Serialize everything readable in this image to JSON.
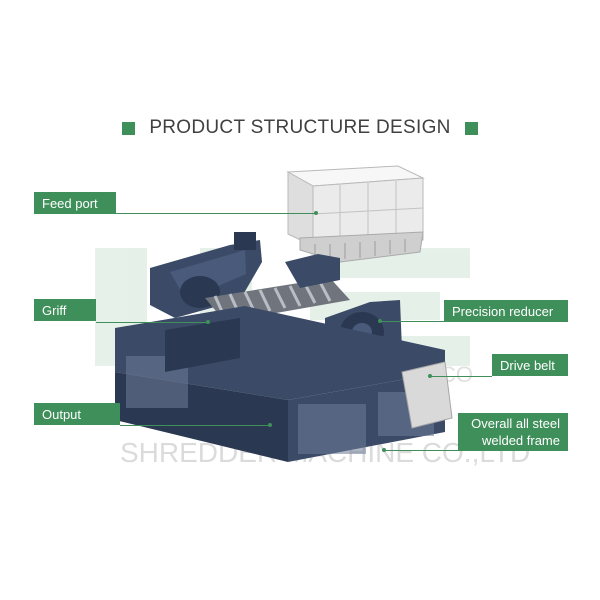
{
  "title": "PRODUCT STRUCTURE DESIGN",
  "watermark": {
    "text": "SHREDDER MACHINE CO.,LTD",
    "arc_text": "CO"
  },
  "colors": {
    "accent": "#3f8f5a",
    "frame": "#3b4a66",
    "frame_dark": "#2b3852",
    "hopper": "#eeeeee",
    "shaft": "#8a8f96"
  },
  "callouts": {
    "feed_port": "Feed port",
    "griff": "Griff",
    "output": "Output",
    "precision_reducer": "Precision reducer",
    "drive_belt": "Drive belt",
    "frame_line1": "Overall all steel",
    "frame_line2": "welded frame"
  }
}
